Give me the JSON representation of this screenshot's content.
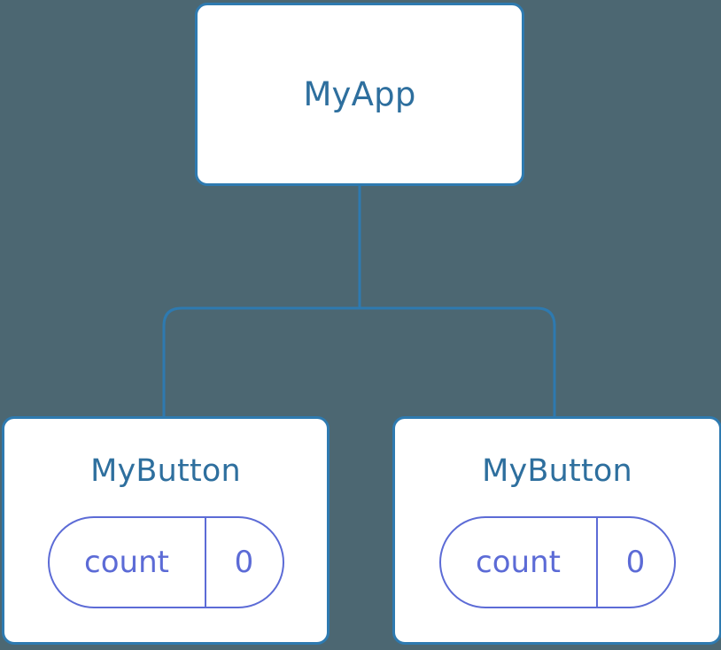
{
  "diagram": {
    "type": "component-tree",
    "background_color": "#4c6772",
    "node_fill_color": "#ffffff",
    "node_border_color": "#2e7ab0",
    "node_text_color": "#2e6f9e",
    "state_color": "#5c6bd6",
    "edge_color": "#2e7ab0",
    "root": {
      "label": "MyApp"
    },
    "children": [
      {
        "label": "MyButton",
        "state": {
          "key": "count",
          "value": "0"
        }
      },
      {
        "label": "MyButton",
        "state": {
          "key": "count",
          "value": "0"
        }
      }
    ]
  }
}
